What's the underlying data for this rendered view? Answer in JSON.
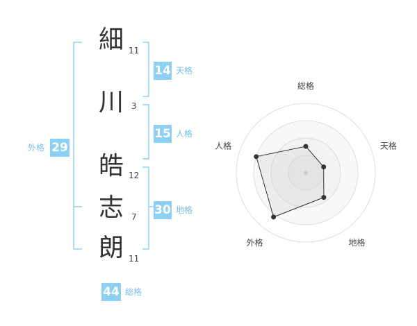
{
  "name": {
    "chars": [
      {
        "char": "細",
        "strokes": "11"
      },
      {
        "char": "川",
        "strokes": "3"
      },
      {
        "char": "皓",
        "strokes": "12"
      },
      {
        "char": "志",
        "strokes": "7"
      },
      {
        "char": "朗",
        "strokes": "11"
      }
    ]
  },
  "fortunes": {
    "tenkaku": {
      "value": "14",
      "label": "天格"
    },
    "jinkaku": {
      "value": "15",
      "label": "人格"
    },
    "chikaku": {
      "value": "30",
      "label": "地格"
    },
    "gaikaku": {
      "value": "29",
      "label": "外格"
    },
    "soukaku": {
      "value": "44",
      "label": "総格"
    }
  },
  "colors": {
    "accent": "#8dd0f5",
    "accent_text": "#78bfe6",
    "bracket": "#8dd0f5"
  },
  "chart_data": {
    "type": "radar",
    "axes": [
      "総格",
      "天格",
      "地格",
      "外格",
      "人格"
    ],
    "values": [
      0.38,
      0.27,
      0.44,
      0.79,
      0.75
    ],
    "range": [
      0,
      1
    ],
    "rings": 4
  }
}
